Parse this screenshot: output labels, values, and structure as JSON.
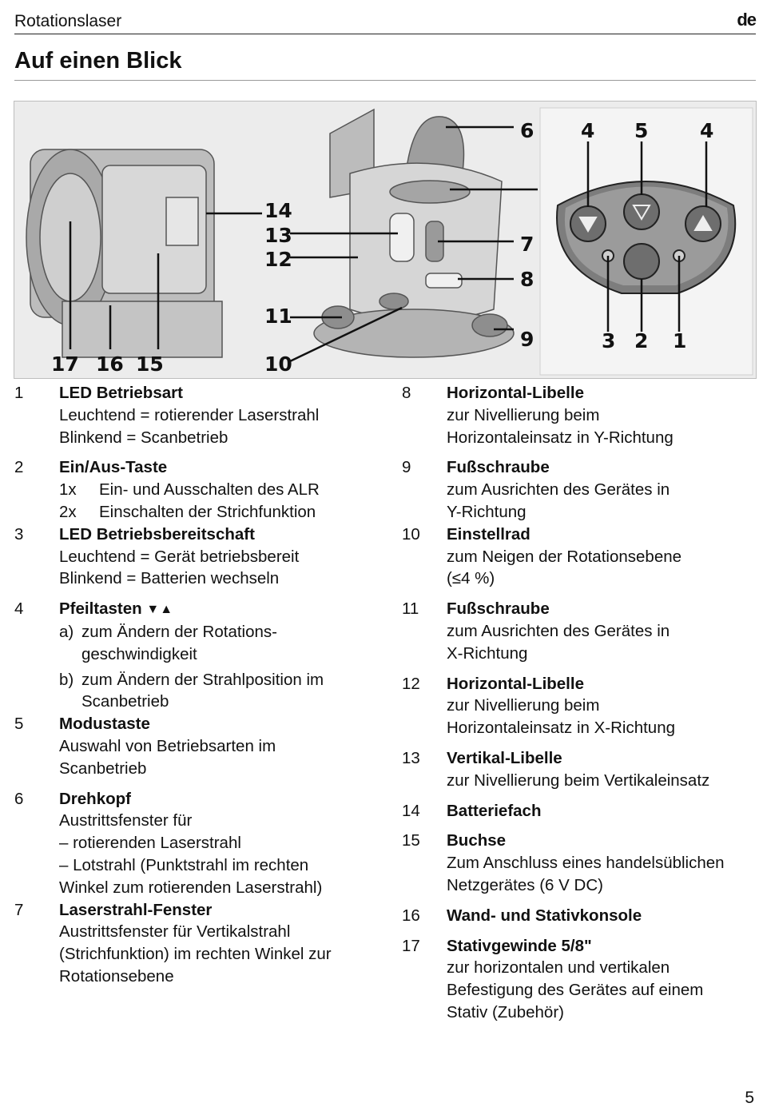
{
  "header": {
    "label": "Rotationslaser",
    "lang": "de"
  },
  "title": "Auf einen Blick",
  "figure": {
    "callouts": [
      "1",
      "2",
      "3",
      "4",
      "5",
      "4",
      "6",
      "7",
      "8",
      "9",
      "10",
      "11",
      "12",
      "13",
      "14",
      "15",
      "16",
      "17"
    ]
  },
  "items": [
    {
      "num": "1",
      "head": "LED Betriebsart",
      "lines": [
        "Leuchtend = rotierender Laserstrahl",
        "Blinkend = Scanbetrieb"
      ]
    },
    {
      "num": "2",
      "head": "Ein/Aus-Taste",
      "subs": [
        {
          "k": "1x",
          "t": "Ein- und Ausschalten des ALR"
        },
        {
          "k": "2x",
          "t": "Einschalten der Strichfunktion"
        }
      ]
    },
    {
      "num": "3",
      "head": "LED Betriebsbereitschaft",
      "lines": [
        "Leuchtend = Gerät betriebsbereit",
        "Blinkend = Batterien wechseln"
      ]
    },
    {
      "num": "4",
      "head": "Pfeiltasten",
      "arrows": "▼▲",
      "subs": [
        {
          "k": "a)",
          "t": "zum Ändern der Rotations-geschwindigkeit"
        },
        {
          "k": "b)",
          "t": "zum Ändern der Strahlposition im Scanbetrieb"
        }
      ]
    },
    {
      "num": "5",
      "head": "Modustaste",
      "lines": [
        "Auswahl von Betriebsarten im",
        "Scanbetrieb"
      ]
    },
    {
      "num": "6",
      "head": "Drehkopf",
      "lines": [
        "Austrittsfenster für",
        "– rotierenden Laserstrahl",
        "– Lotstrahl (Punktstrahl im rechten",
        "Winkel zum rotierenden Laserstrahl)"
      ]
    },
    {
      "num": "7",
      "head": "Laserstrahl-Fenster",
      "lines": [
        "Austrittsfenster für Vertikalstrahl",
        "(Strichfunktion) im rechten Winkel zur",
        "Rotationsebene"
      ]
    },
    {
      "num": "8",
      "head": "Horizontal-Libelle",
      "lines": [
        "zur Nivellierung beim",
        "Horizontaleinsatz in Y-Richtung"
      ]
    },
    {
      "num": "9",
      "head": "Fußschraube",
      "lines": [
        "zum Ausrichten des Gerätes in",
        "Y-Richtung"
      ]
    },
    {
      "num": "10",
      "head": "Einstellrad",
      "lines": [
        "zum Neigen der Rotationsebene",
        "(≤4 %)"
      ]
    },
    {
      "num": "11",
      "head": "Fußschraube",
      "lines": [
        "zum Ausrichten des Gerätes in",
        "X-Richtung"
      ]
    },
    {
      "num": "12",
      "head": "Horizontal-Libelle",
      "lines": [
        "zur Nivellierung beim",
        "Horizontaleinsatz in X-Richtung"
      ]
    },
    {
      "num": "13",
      "head": "Vertikal-Libelle",
      "lines": [
        "zur Nivellierung beim Vertikaleinsatz"
      ]
    },
    {
      "num": "14",
      "head": "Batteriefach",
      "lines": []
    },
    {
      "num": "15",
      "head": "Buchse",
      "lines": [
        "Zum Anschluss eines handelsüblichen",
        "Netzgerätes (6 V DC)"
      ]
    },
    {
      "num": "16",
      "head": "Wand- und Stativkonsole",
      "lines": []
    },
    {
      "num": "17",
      "head": "Stativgewinde 5/8\"",
      "lines": [
        "zur horizontalen und vertikalen",
        "Befestigung des Gerätes auf einem",
        "Stativ (Zubehör)"
      ]
    }
  ],
  "page_number": "5"
}
